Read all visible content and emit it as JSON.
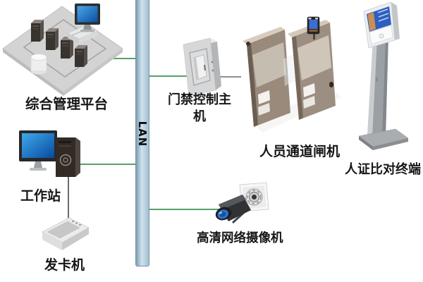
{
  "diagram": {
    "lan": {
      "label": "LAN"
    },
    "nodes": {
      "management_platform": {
        "label": "综合管理平台",
        "icon": "server-platform-illustration"
      },
      "workstation": {
        "label": "工作站",
        "icon": "desktop-computer-illustration"
      },
      "card_issuer": {
        "label": "发卡机",
        "icon": "card-issuer-illustration"
      },
      "access_controller": {
        "label": "门禁控制主机",
        "icon": "access-control-cabinet-illustration"
      },
      "turnstile": {
        "label": "人员通道闸机",
        "icon": "speed-gate-illustration"
      },
      "id_terminal": {
        "label": "人证比对终端",
        "icon": "verification-kiosk-illustration"
      },
      "ip_camera": {
        "label": "高清网络摄像机",
        "icon": "network-camera-illustration"
      }
    },
    "edges": [
      {
        "from": "management_platform",
        "to": "lan",
        "color": "#55a168"
      },
      {
        "from": "lan",
        "to": "access_controller",
        "color": "#55a168"
      },
      {
        "from": "access_controller",
        "to": "turnstile",
        "color": "#8f8f8f"
      },
      {
        "from": "workstation",
        "to": "lan",
        "color": "#55a168"
      },
      {
        "from": "lan",
        "to": "ip_camera",
        "color": "#55a168"
      },
      {
        "from": "workstation",
        "to": "card_issuer",
        "color": "#6b6b6b"
      }
    ],
    "colors": {
      "link_green": "#55a168",
      "link_gray": "#8f8f8f",
      "link_dark": "#6b6b6b",
      "label_text": "#161616",
      "lan_bar_light": "#cfe2ee",
      "lan_bar_dark": "#7e9db2"
    }
  }
}
